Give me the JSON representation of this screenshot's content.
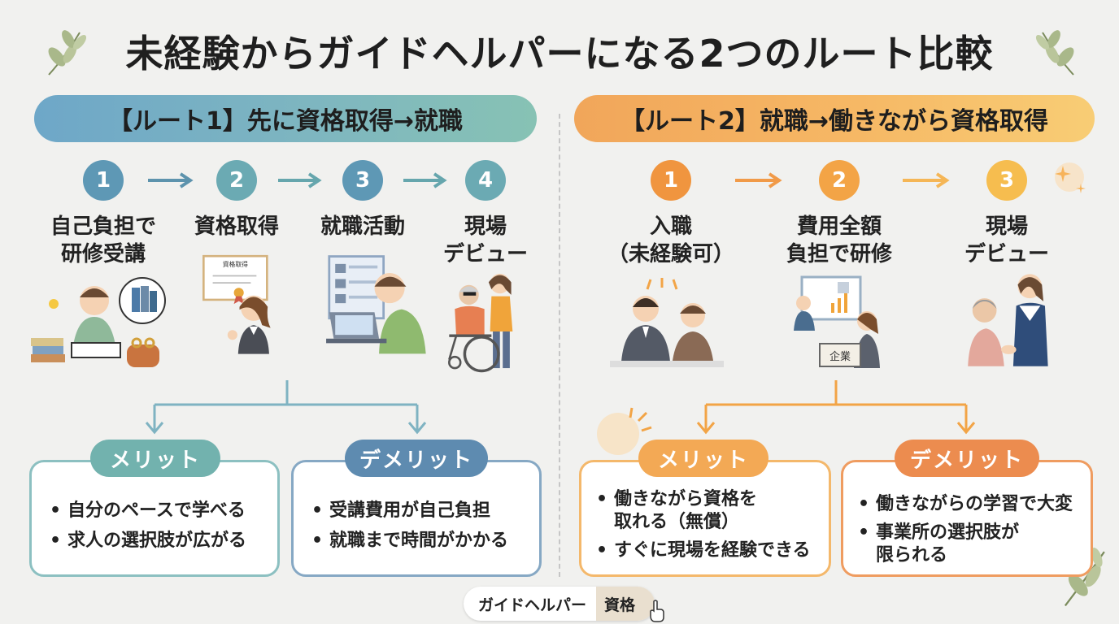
{
  "title": "未経験からガイドヘルパーになる2つのルート比較",
  "route1": {
    "banner": "【ルート1】先に資格取得→就職",
    "accent": "#5d97b3",
    "steps": [
      {
        "num": "1",
        "label_line1": "自己負担で",
        "label_line2": "研修受講",
        "icon": "studying-person-icon"
      },
      {
        "num": "2",
        "label_line1": "資格取得",
        "label_line2": "",
        "icon": "certificate-icon",
        "certificate_text": "資格取得"
      },
      {
        "num": "3",
        "label_line1": "就職活動",
        "label_line2": "",
        "icon": "job-search-laptop-icon"
      },
      {
        "num": "4",
        "label_line1": "現場",
        "label_line2": "デビュー",
        "icon": "wheelchair-care-icon"
      }
    ],
    "merit": {
      "label": "メリット",
      "items": [
        "自分のペースで学べる",
        "求人の選択肢が広がる"
      ]
    },
    "demerit": {
      "label": "デメリット",
      "items": [
        "受講費用が自己負担",
        "就職まで時間がかかる"
      ]
    }
  },
  "route2": {
    "banner": "【ルート2】就職→働きながら資格取得",
    "accent": "#ef9a45",
    "steps": [
      {
        "num": "1",
        "label_line1": "入職",
        "label_line2": "（未経験可）",
        "icon": "interview-icon"
      },
      {
        "num": "2",
        "label_line1": "費用全額",
        "label_line2": "負担で研修",
        "icon": "company-training-icon",
        "company_text": "企業"
      },
      {
        "num": "3",
        "label_line1": "現場",
        "label_line2": "デビュー",
        "icon": "elderly-care-icon"
      }
    ],
    "merit": {
      "label": "メリット",
      "items": [
        "働きながら資格を\n取れる（無償）",
        "すぐに現場を経験できる"
      ]
    },
    "demerit": {
      "label": "デメリット",
      "items": [
        "働きながらの学習で大変",
        "事業所の選択肢が\n限られる"
      ]
    }
  },
  "footer": {
    "left": "ガイドヘルパー",
    "right": "資格"
  },
  "colors": {
    "teal": "#6fb0b3",
    "blue": "#5d8fb0",
    "orange": "#f3a55a",
    "deep_orange": "#ec8c4f",
    "left_box_border": "#8cc0c1",
    "left_box_border2": "#86a8c4",
    "right_box_border": "#f4b86b",
    "right_box_border2": "#ef9c60"
  }
}
